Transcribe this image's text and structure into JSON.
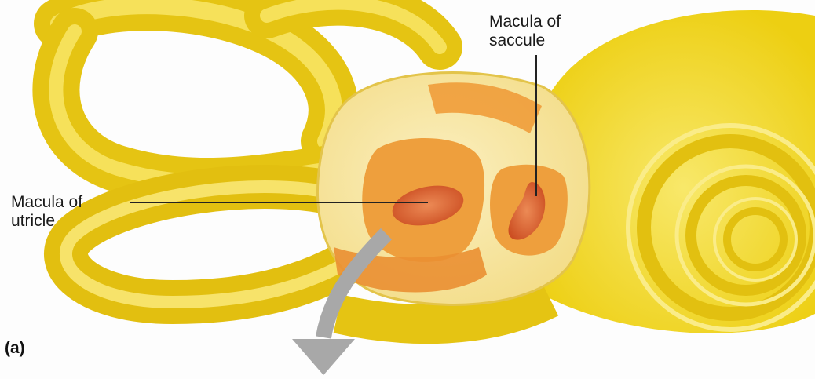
{
  "labels": {
    "macula_saccule": {
      "line1": "Macula of",
      "line2": "saccule"
    },
    "macula_utricle": {
      "line1": "Macula of",
      "line2": "utricle"
    }
  },
  "panel": {
    "letter": "(a)"
  },
  "colors": {
    "background": "#fdfdfd",
    "membrane_yellow": "#f2d61a",
    "membrane_highlight": "#f8e86a",
    "membrane_shadow": "#d9b40c",
    "vestibule_cream": "#f6e6a0",
    "utricle_orange": "#ee9f3d",
    "macula_red": "#d9592a",
    "arrow_gray": "#a8a8a8",
    "leader_line": "#222222"
  }
}
